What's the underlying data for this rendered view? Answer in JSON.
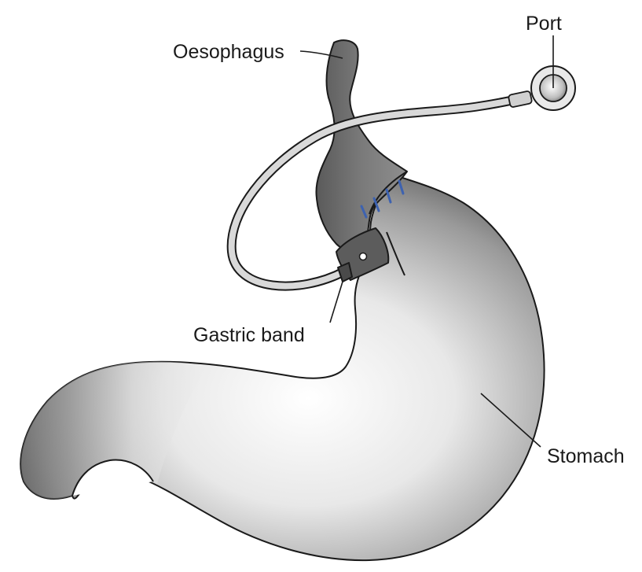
{
  "labels": {
    "oesophagus": "Oesophagus",
    "port": "Port",
    "gastric_band": "Gastric band",
    "stomach": "Stomach"
  },
  "colors": {
    "outline": "#1a1a1a",
    "oesophagus_fill": "#6e6e6e",
    "stomach_light": "#f4f4f4",
    "stomach_dark": "#6a6a6a",
    "tube": "#d9d9d9",
    "staples": "#3d62b0"
  }
}
